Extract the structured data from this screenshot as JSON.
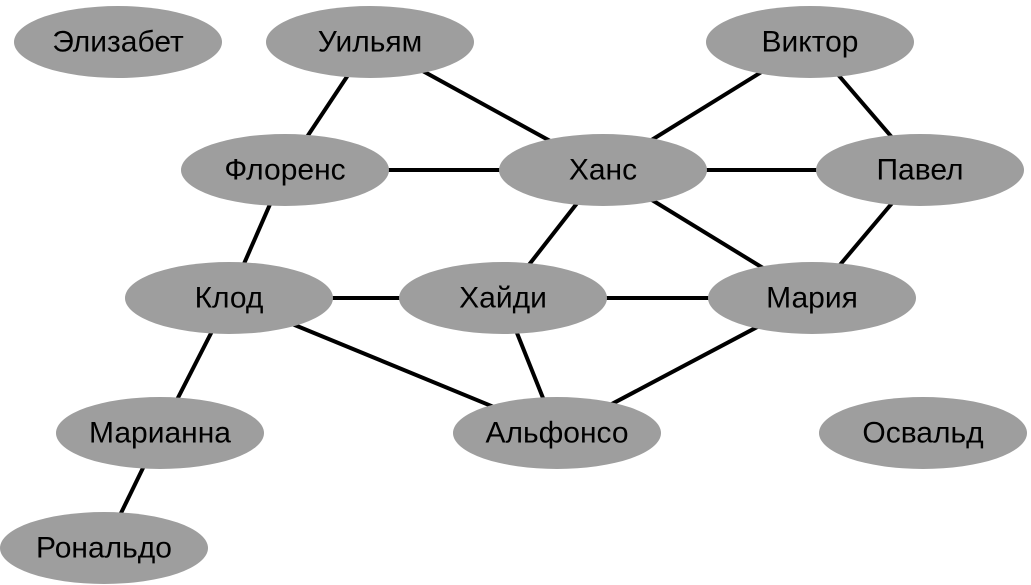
{
  "graph": {
    "nodes": [
      {
        "id": "elizabet",
        "label": "Элизабет"
      },
      {
        "id": "uilyam",
        "label": "Уильям"
      },
      {
        "id": "viktor",
        "label": "Виктор"
      },
      {
        "id": "florens",
        "label": "Флоренс"
      },
      {
        "id": "hans",
        "label": "Ханс"
      },
      {
        "id": "pavel",
        "label": "Павел"
      },
      {
        "id": "klod",
        "label": "Клод"
      },
      {
        "id": "haidi",
        "label": "Хайди"
      },
      {
        "id": "mariya",
        "label": "Мария"
      },
      {
        "id": "marianna",
        "label": "Марианна"
      },
      {
        "id": "alfonso",
        "label": "Альфонсо"
      },
      {
        "id": "osvald",
        "label": "Освальд"
      },
      {
        "id": "ronaldo",
        "label": "Рональдо"
      }
    ],
    "edges": [
      [
        "uilyam",
        "florens"
      ],
      [
        "uilyam",
        "hans"
      ],
      [
        "viktor",
        "hans"
      ],
      [
        "viktor",
        "pavel"
      ],
      [
        "florens",
        "hans"
      ],
      [
        "hans",
        "pavel"
      ],
      [
        "florens",
        "klod"
      ],
      [
        "hans",
        "haidi"
      ],
      [
        "hans",
        "mariya"
      ],
      [
        "pavel",
        "mariya"
      ],
      [
        "klod",
        "haidi"
      ],
      [
        "haidi",
        "mariya"
      ],
      [
        "klod",
        "alfonso"
      ],
      [
        "haidi",
        "alfonso"
      ],
      [
        "mariya",
        "alfonso"
      ],
      [
        "klod",
        "marianna"
      ],
      [
        "marianna",
        "ronaldo"
      ]
    ],
    "colors": {
      "node_fill": "#9e9e9e",
      "edge": "#000000",
      "text": "#000000"
    }
  }
}
